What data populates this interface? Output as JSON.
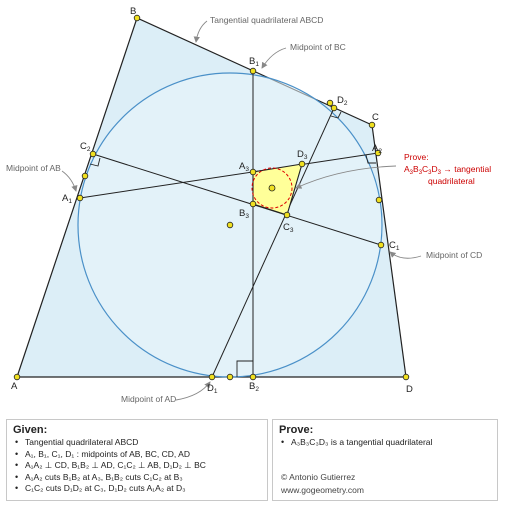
{
  "figure": {
    "colors": {
      "quad_fill": "#dceef7",
      "circle_stroke": "#4a90c8",
      "triangle_fill": "#ffff99",
      "incircle_stroke": "#dd0000",
      "point_fill": "#f0e020",
      "line": "#222222",
      "prove_text": "#cc0000",
      "annotation_text": "#666666"
    },
    "labels": {
      "A": "A",
      "B": "B",
      "C": "C",
      "D": "D",
      "A1": "A",
      "B1": "B",
      "C1": "C",
      "D1": "D",
      "A2": "A",
      "B2": "B",
      "C2": "C",
      "D2": "D",
      "A3": "A",
      "B3": "B",
      "C3": "C",
      "D3": "D",
      "sub1": "1",
      "sub2": "2",
      "sub3": "3"
    },
    "annotations": {
      "tangential": "Tangential quadrilateral ABCD",
      "mid_bc": "Midpoint of BC",
      "mid_ab": "Midpoint of AB",
      "mid_cd": "Midpoint of CD",
      "mid_ad": "Midpoint of AD",
      "prove_line1": "Prove:",
      "prove_line2_start": "A",
      "prove_line2_end": " → tangential",
      "prove_line3": "quadrilateral"
    }
  },
  "given": {
    "title": "Given:",
    "items": [
      "Tangential quadrilateral ABCD",
      "A₁, B₁, C₁, D₁ : midpoints of AB, BC, CD, AD",
      "A₁A₂ ⊥ CD, B₁B₂ ⊥ AD, C₁C₂ ⊥ AB, D₁D₂ ⊥ BC",
      "A₁A₂ cuts B₁B₂ at A₃, B₁B₂ cuts C₁C₂ at B₃",
      "C₁C₂ cuts D₁D₂ at C₃, D₁D₂ cuts A₁A₂ at D₃"
    ]
  },
  "prove": {
    "title": "Prove:",
    "items": [
      "A₃B₃C₃D₃ is a tangential quadrilateral"
    ]
  },
  "credits": {
    "author": "© Antonio Gutierrez",
    "site": "www.gogeometry.com"
  }
}
